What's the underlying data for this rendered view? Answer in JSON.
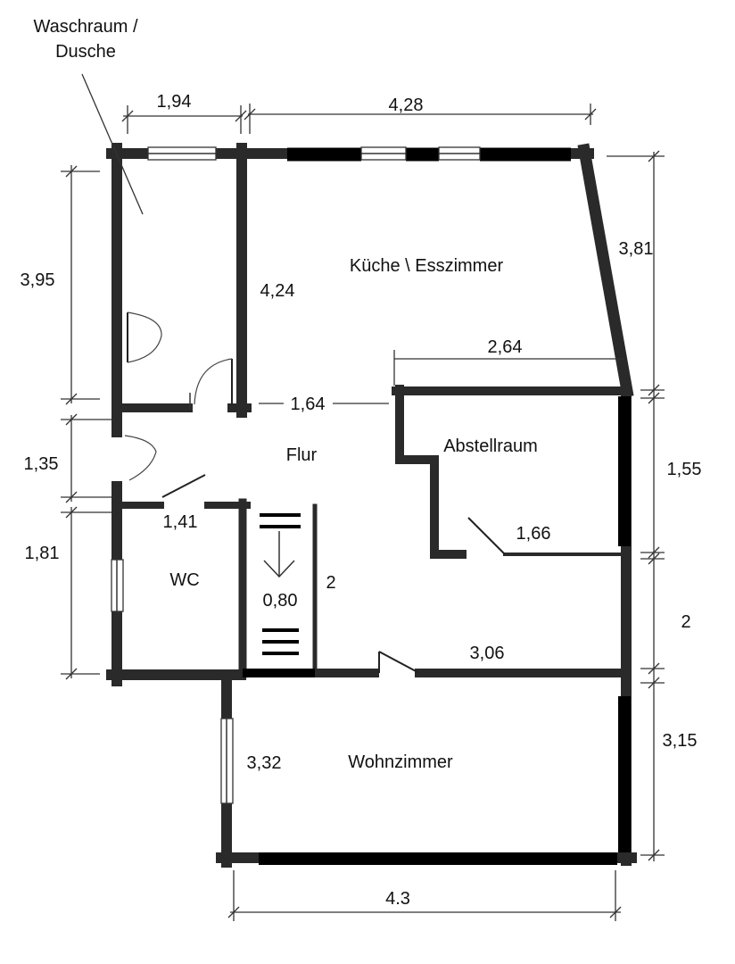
{
  "rooms": {
    "washroom": "Waschraum /\nDusche",
    "washroom_line1": "Waschraum /",
    "washroom_line2": "Dusche",
    "kitchen": "Küche \\ Esszimmer",
    "hall": "Flur",
    "storage": "Abstellraum",
    "wc": "WC",
    "living": "Wohnzimmer"
  },
  "dimensions": {
    "top_left_width": "1,94",
    "top_right_width": "4,28",
    "right_upper_height": "3,81",
    "left_upper_height": "3,95",
    "washroom_inner_height": "4,24",
    "storage_width": "2,64",
    "hall_width": "1,64",
    "left_hall_height": "1,35",
    "storage_height": "1,55",
    "wc_width": "1,41",
    "storage_door_width": "1,66",
    "left_wc_height": "1,81",
    "stair_width": "0,80",
    "stair_length": "2",
    "right_middle_height": "2",
    "living_top_width": "3,06",
    "living_height_right": "3,15",
    "living_height_inner": "3,32",
    "living_bottom_width": "4.3"
  },
  "icons": {
    "stair_arrow": "down-arrow-icon"
  },
  "colors": {
    "wall": "#2a2a2a",
    "background": "#ffffff"
  }
}
